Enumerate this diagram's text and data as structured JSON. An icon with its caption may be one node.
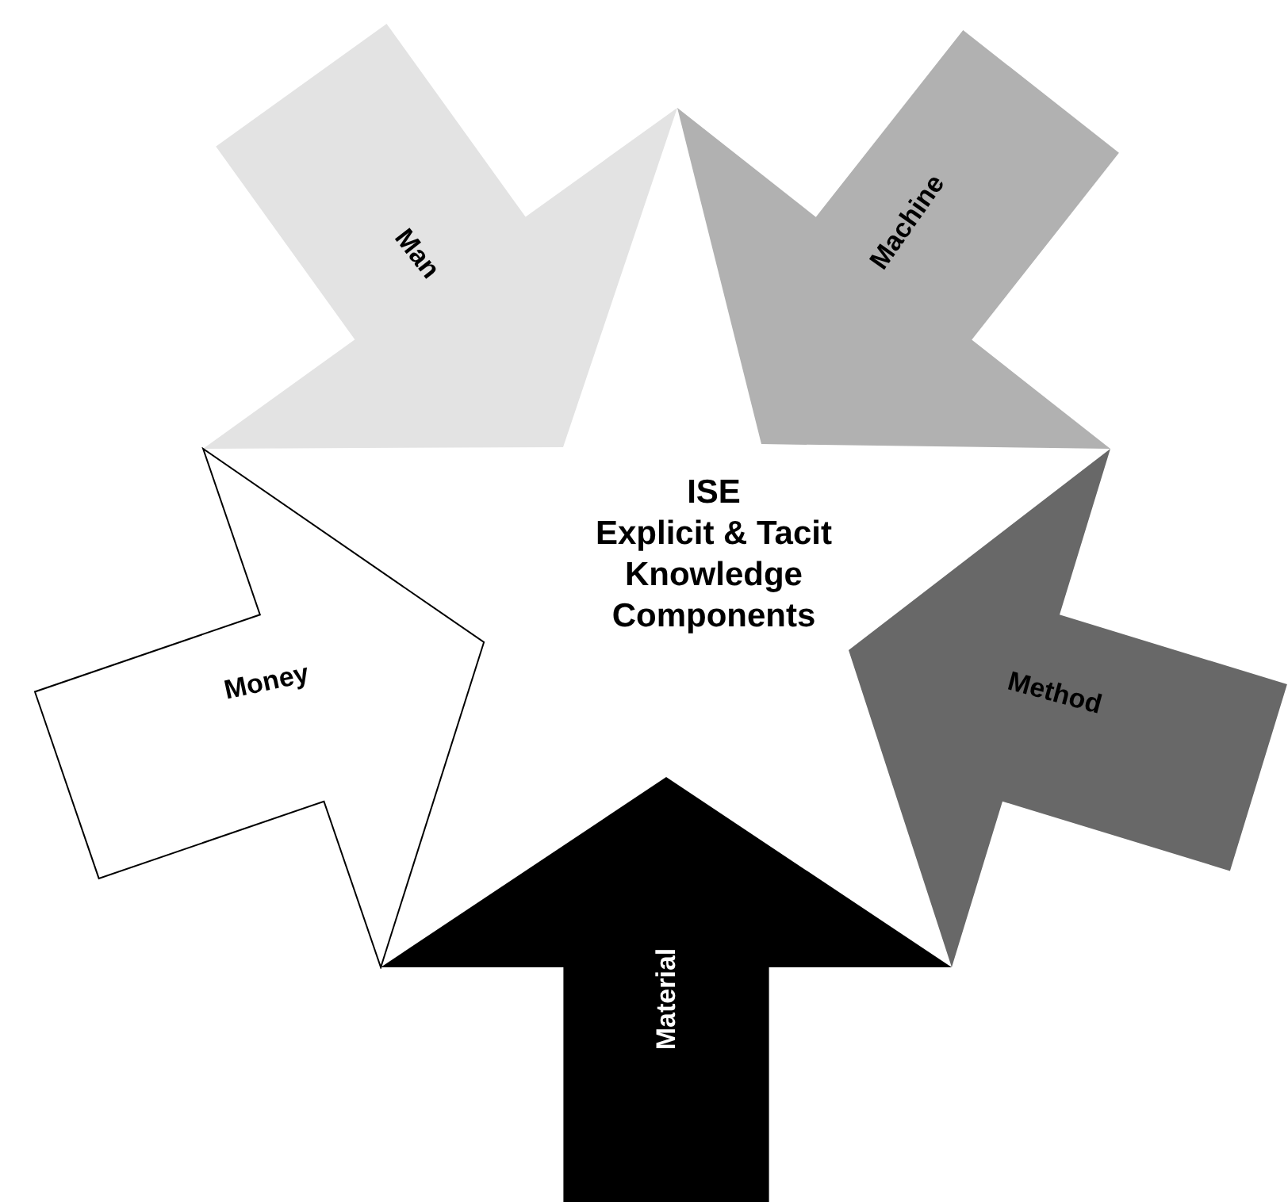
{
  "diagram": {
    "nodes": [
      {
        "text": [
          "ISE",
          "Explicit & Tacit Knowledge Components"
        ]
      },
      {
        "text": [
          "Man"
        ]
      },
      {
        "text": [
          "Machine"
        ]
      },
      {
        "text": [
          "Money"
        ]
      },
      {
        "text": [
          "Method"
        ]
      },
      {
        "text": [
          "Material"
        ]
      }
    ]
  }
}
